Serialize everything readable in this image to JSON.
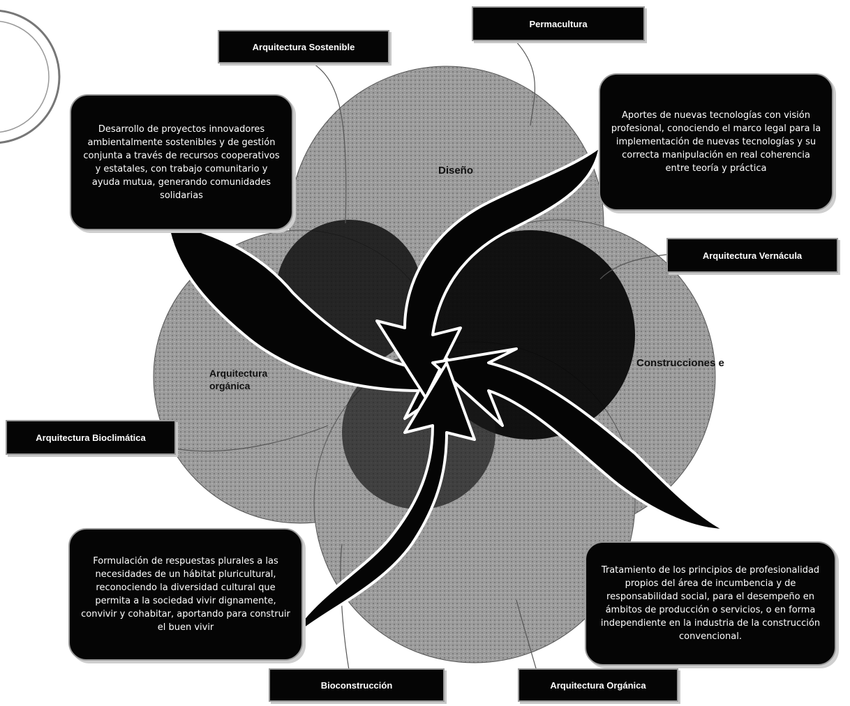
{
  "labels": {
    "permacultura": "Permacultura",
    "arquitectura_sostenible": "Arquitectura Sostenible",
    "arquitectura_vernacula": "Arquitectura Vernácula",
    "arquitectura_bioclimatica": "Arquitectura Bioclimática",
    "bioconstruccion": "Bioconstrucción",
    "arquitectura_organica": "Arquitectura Orgánica"
  },
  "circles": {
    "diseno": "Diseño",
    "construcciones": "Construcciones e",
    "arquitectura_organica_partial": "Arquitectura orgánica"
  },
  "boxes": {
    "top_left": "Desarrollo de proyectos innovadores ambientalmente sostenibles y de gestión conjunta a través de recursos cooperativos y estatales, con trabajo comunitario y ayuda mutua, generando comunidades solidarias",
    "top_right": "Aportes de nuevas tecnologías con visión profesional, conociendo el marco legal para la implementación de nuevas tecnologías y su correcta manipulación en real coherencia entre teoría y práctica",
    "bottom_left": "Formulación de respuestas plurales a las necesidades de un hábitat pluricultural, reconociendo la diversidad cultural que permita a la sociedad vivir dignamente, convivir y cohabitar, aportando para construir el buen vivir",
    "bottom_right": "Tratamiento de los principios de profesionalidad propios del área de incumbencia y de responsabilidad social, para el desempeño en ámbitos de producción o servicios, o en forma independiente en la industria de la construcción convencional."
  },
  "colors": {
    "box_fill": "#050505",
    "circle_fill": "#9a9a9a",
    "background": "#ffffff"
  }
}
